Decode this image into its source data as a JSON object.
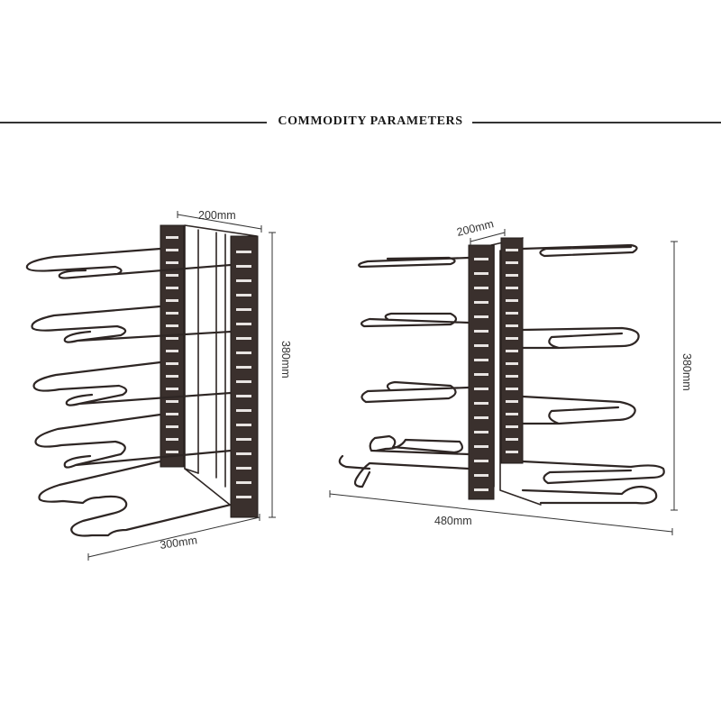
{
  "header": {
    "title": "COMMODITY PARAMETERS"
  },
  "left_product": {
    "depth_label": "200mm",
    "height_label": "380mm",
    "width_label": "300mm"
  },
  "right_product": {
    "depth_label": "200mm",
    "height_label": "380mm",
    "width_label": "480mm"
  },
  "colors": {
    "metal": "#2e2624",
    "post": "#3a302d",
    "text": "#333333"
  }
}
